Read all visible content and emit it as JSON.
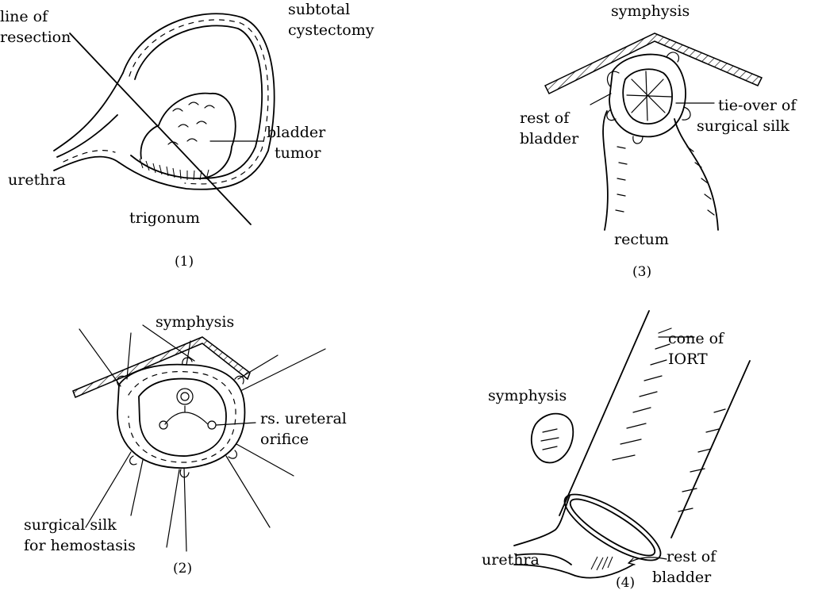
{
  "panel1": {
    "caption": "(1)",
    "line_of_resection": [
      "line of",
      "resection"
    ],
    "subtotal_cystectomy": [
      "subtotal",
      "cystectomy"
    ],
    "bladder_tumor": [
      "bladder",
      "tumor"
    ],
    "urethra": "urethra",
    "trigonum": "trigonum"
  },
  "panel2": {
    "caption": "(2)",
    "symphysis": "symphysis",
    "ureteral_orifice": [
      "rs. ureteral",
      "orifice"
    ],
    "surgical_silk": [
      "surgical silk",
      "for hemostasis"
    ]
  },
  "panel3": {
    "caption": "(3)",
    "symphysis": "symphysis",
    "rest_of_bladder": [
      "rest of",
      "bladder"
    ],
    "tie_over": [
      "tie-over of",
      "surgical silk"
    ],
    "rectum": "rectum"
  },
  "panel4": {
    "caption": "(4)",
    "cone": [
      "cone of",
      "IORT"
    ],
    "symphysis": "symphysis",
    "urethra": "urethra",
    "rest_of_bladder": [
      "rest of",
      "bladder"
    ]
  }
}
